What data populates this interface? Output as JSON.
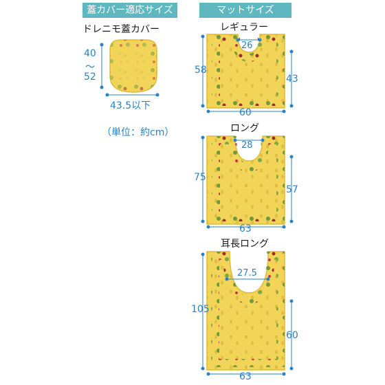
{
  "left": {
    "header": "蓋カバー適応サイズ",
    "title": "ドレニモ蓋カバー",
    "height_top": "40",
    "height_sep": "～",
    "height_bottom": "52",
    "width": "43.5以下",
    "unit": "（単位：約cm）"
  },
  "right": {
    "header": "マットサイズ",
    "regular": {
      "title": "レギュラー",
      "cut_width": "26",
      "height": "58",
      "inner_height": "43",
      "width": "60"
    },
    "long": {
      "title": "ロング",
      "cut_width": "28",
      "height": "75",
      "inner_height": "57",
      "width": "63"
    },
    "ear_long": {
      "title": "耳長ロング",
      "cut_width": "27.5",
      "height": "105",
      "inner_height": "60",
      "width": "63"
    }
  },
  "colors": {
    "header_bg": "#5fb8bf",
    "dimension": "#2a82c4",
    "mat": "#f2d458",
    "mat_edge": "#e8c437"
  }
}
